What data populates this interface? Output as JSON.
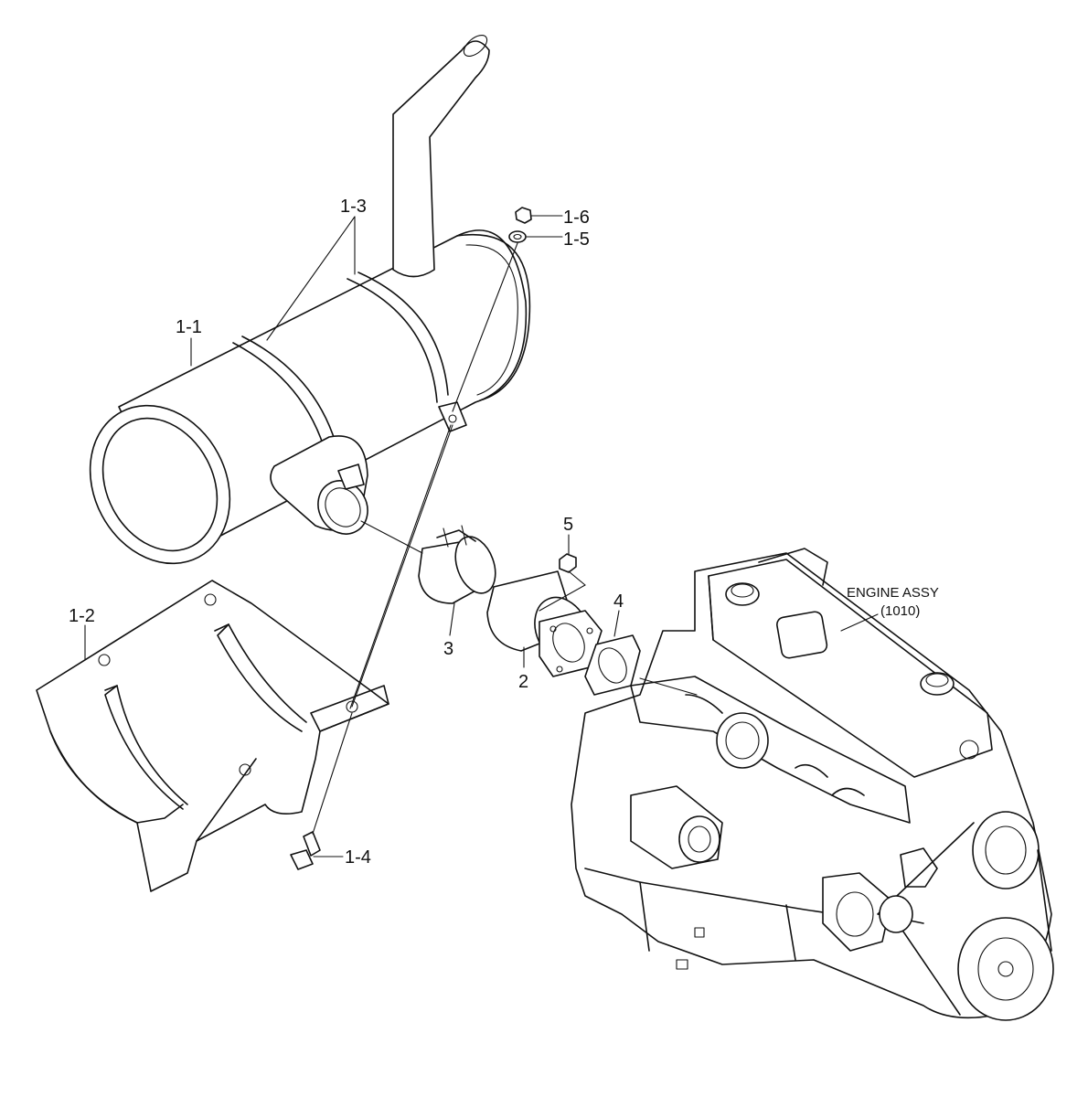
{
  "labels": {
    "part_1_1": "1-1",
    "part_1_2": "1-2",
    "part_1_3": "1-3",
    "part_1_4": "1-4",
    "part_1_5": "1-5",
    "part_1_6": "1-6",
    "part_2": "2",
    "part_3": "3",
    "part_4": "4",
    "part_5": "5"
  },
  "engine": {
    "title": "ENGINE ASSY",
    "code": "(1010)"
  }
}
